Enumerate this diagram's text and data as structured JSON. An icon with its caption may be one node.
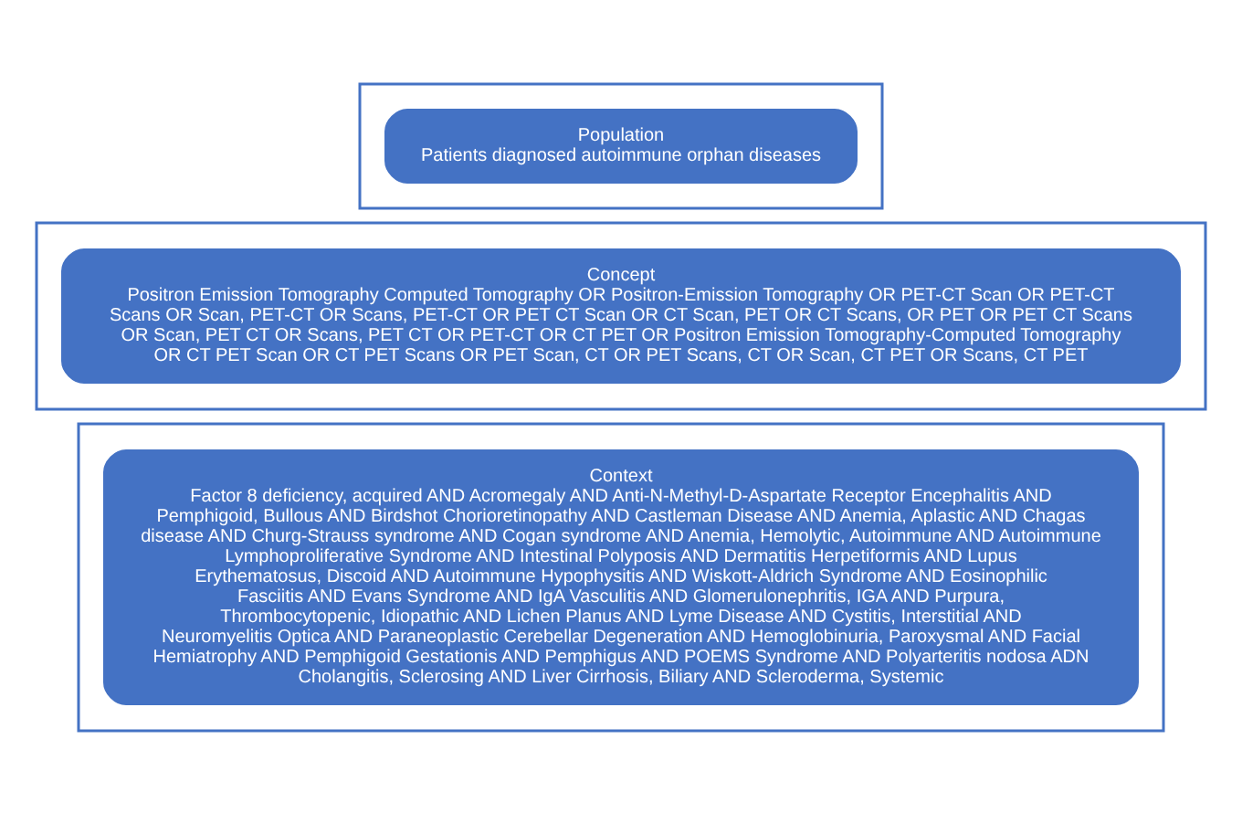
{
  "diagram": {
    "nodes": [
      {
        "text": [],
        "shape": "box"
      },
      {
        "text": [
          "Population",
          "Patients diagnosed autoimmune orphan diseases"
        ],
        "in": 0
      },
      {
        "text": [],
        "shape": "box"
      },
      {
        "text": [
          "Concept",
          "Positron Emission Tomography Computed Tomography OR Positron-Emission Tomography OR PET-CT Scan OR PET-CT Scans OR Scan, PET-CT OR Scans, PET-CT OR PET CT Scan OR CT Scan, PET OR CT Scans, OR PET OR PET CT Scans OR Scan, PET CT OR Scans, PET CT OR PET-CT OR CT PET OR Positron Emission Tomography-Computed Tomography OR CT PET Scan OR CT PET Scans OR PET Scan, CT OR PET Scans, CT OR Scan, CT PET OR Scans, CT PET"
        ],
        "in": 2
      },
      {
        "text": [],
        "shape": "box"
      },
      {
        "text": [
          "Context",
          "Factor 8 deficiency, acquired AND Acromegaly AND Anti-N-Methyl-D-Aspartate Receptor Encephalitis AND Pemphigoid, Bullous AND Birdshot Chorioretinopathy AND Castleman Disease AND Anemia, Aplastic AND Chagas disease AND Churg-Strauss syndrome AND Cogan syndrome AND Anemia, Hemolytic, Autoimmune AND Autoimmune Lymphoproliferative Syndrome AND Intestinal Polyposis AND Dermatitis Herpetiformis AND Lupus Erythematosus, Discoid AND Autoimmune Hypophysitis AND Wiskott-Aldrich Syndrome AND Eosinophilic Fasciitis AND Evans Syndrome AND IgA Vasculitis AND Glomerulonephritis, IGA AND Purpura, Thrombocytopenic, Idiopathic AND Lichen Planus AND Lyme Disease AND Cystitis, Interstitial AND Neuromyelitis Optica AND Paraneoplastic Cerebellar Degeneration AND Hemoglobinuria, Paroxysmal AND Facial Hemiatrophy AND Pemphigoid Gestationis AND Pemphigus AND POEMS Syndrome AND Polyarteritis nodosa ADN Cholangitis, Sclerosing AND Liver Cirrhosis, Biliary AND Scleroderma, Systemic"
        ],
        "in": 4
      }
    ],
    "edges": []
  }
}
